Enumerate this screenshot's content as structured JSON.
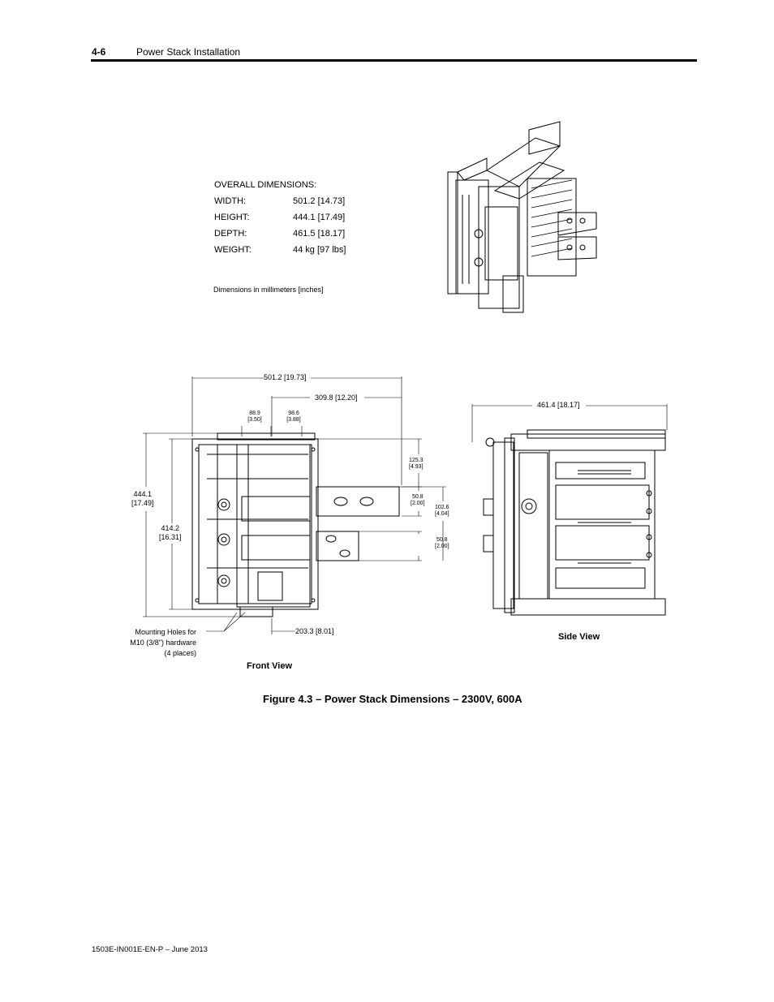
{
  "header": {
    "page_number": "4-6",
    "section_title": "Power Stack Installation"
  },
  "specs": {
    "heading": "OVERALL DIMENSIONS:",
    "rows": [
      {
        "label": "WIDTH:",
        "value": "501.2 [14.73]"
      },
      {
        "label": "HEIGHT:",
        "value": "444.1 [17.49]"
      },
      {
        "label": "DEPTH:",
        "value": "461.5 [18.17]"
      },
      {
        "label": "WEIGHT:",
        "value": "44 kg [97 lbs]"
      }
    ],
    "units_note": "Dimensions in millimeters [inches]"
  },
  "front_view": {
    "label": "Front View",
    "dims": {
      "overall_width": "501.2 [19.73]",
      "partial_width": "309.8 [12.20]",
      "d1_mm": "88.9",
      "d1_in": "[3.50]",
      "d2_mm": "98.6",
      "d2_in": "[3.88]",
      "overall_height_mm": "444.1",
      "overall_height_in": "[17.49]",
      "inner_height_mm": "414.2",
      "inner_height_in": "[16.31]",
      "top_offset_mm": "125.3",
      "top_offset_in": "[4.93]",
      "bus1_mm": "50.8",
      "bus1_in": "[2.00]",
      "bus_spacing_mm": "102.6",
      "bus_spacing_in": "[4.04]",
      "bus2_mm": "50.8",
      "bus2_in": "[2.00]",
      "bottom_width": "203.3 [8.01]"
    },
    "mounting_note": [
      "Mounting Holes for",
      "M10 (3/8\") hardware",
      "(4 places)"
    ]
  },
  "side_view": {
    "label": "Side View",
    "depth": "461.4 [18.17]"
  },
  "figure_caption": "Figure 4.3 – Power Stack Dimensions – 2300V, 600A",
  "footer": "1503E-IN001E-EN-P – June 2013"
}
